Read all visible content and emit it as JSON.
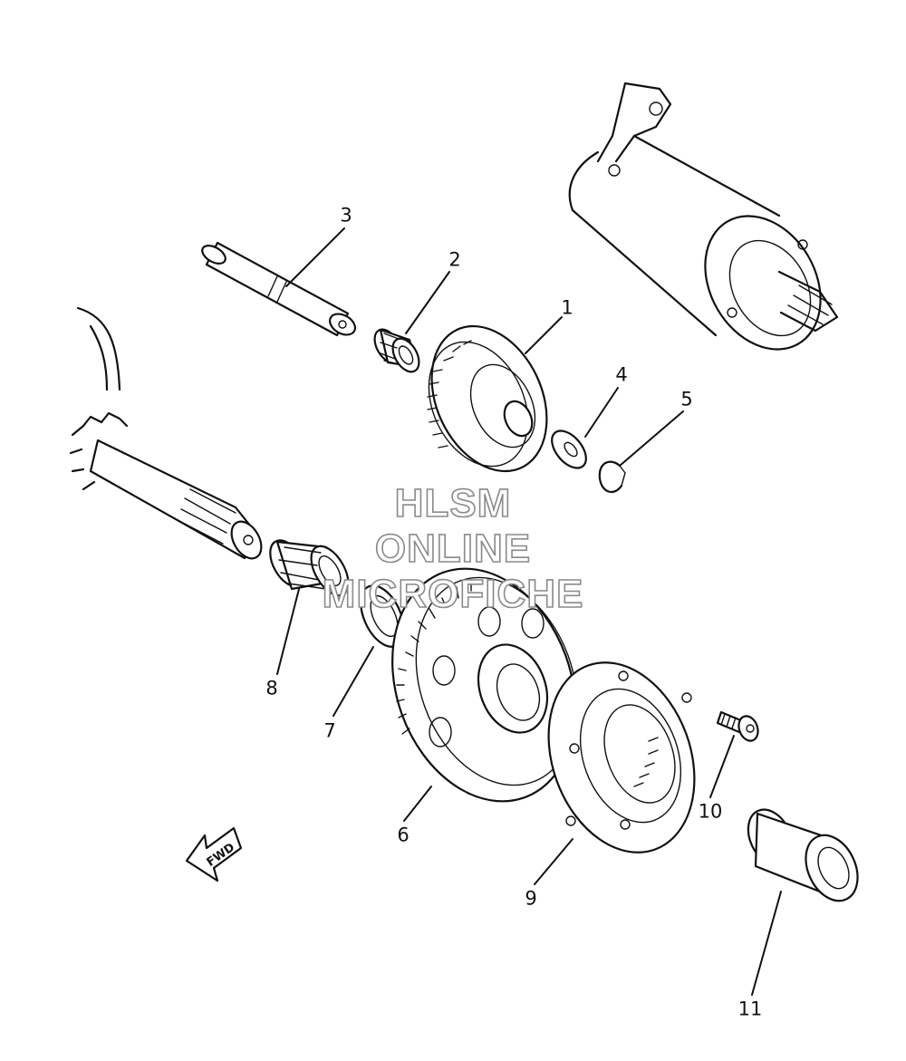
{
  "callouts": [
    {
      "id": "1",
      "label": "1"
    },
    {
      "id": "2",
      "label": "2"
    },
    {
      "id": "3",
      "label": "3"
    },
    {
      "id": "4",
      "label": "4"
    },
    {
      "id": "5",
      "label": "5"
    },
    {
      "id": "6",
      "label": "6"
    },
    {
      "id": "7",
      "label": "7"
    },
    {
      "id": "8",
      "label": "8"
    },
    {
      "id": "9",
      "label": "9"
    },
    {
      "id": "10",
      "label": "10"
    },
    {
      "id": "11",
      "label": "11"
    }
  ],
  "watermark": {
    "line1": "HLSM",
    "line2": "ONLINE",
    "line3": "MICROFICHE"
  },
  "direction_marker": {
    "label": "FWD",
    "icon": "fwd-arrow-icon"
  }
}
